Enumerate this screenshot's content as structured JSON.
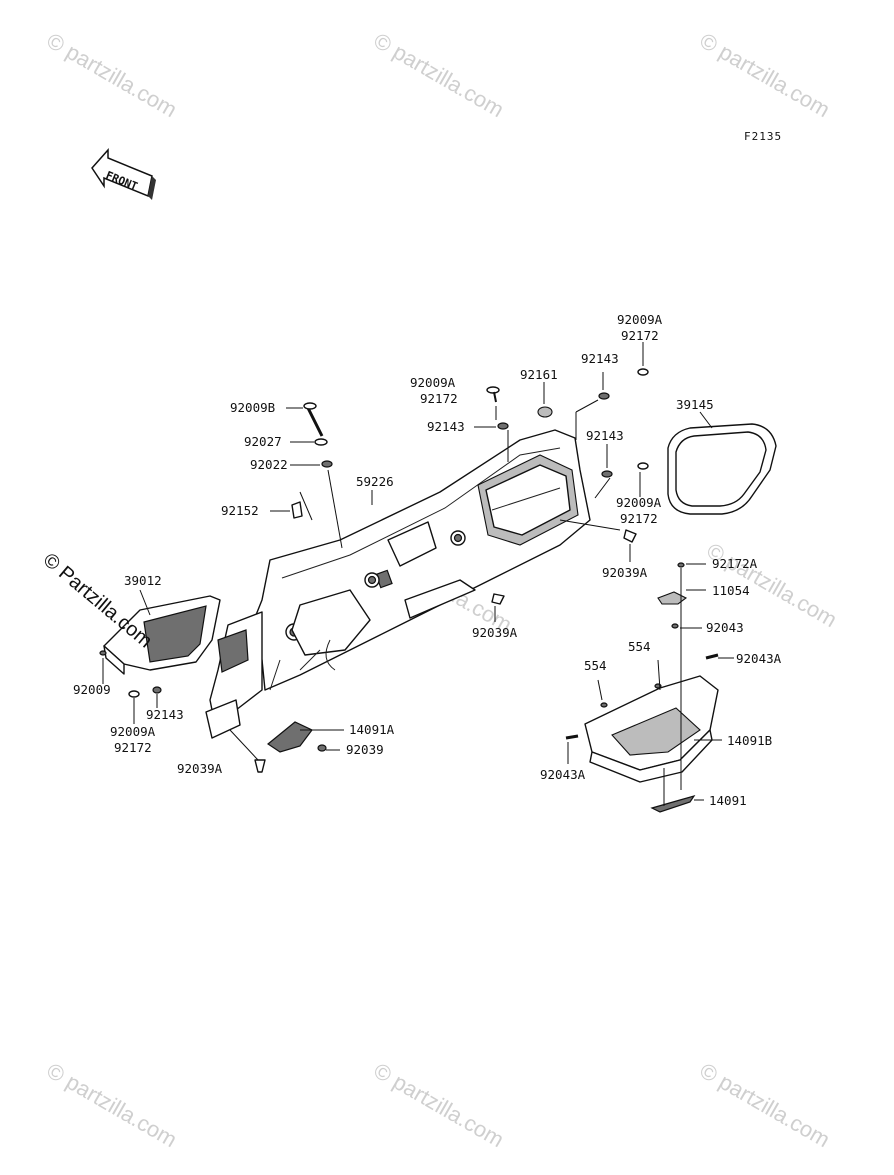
{
  "figure_code": "F2135",
  "front_arrow": "FRONT",
  "watermark": "© Partzilla.com",
  "watermark_faint": "© partzilla.com",
  "part_numbers": {
    "p92009A_top": "92009A",
    "p92172_top": "92172",
    "p92143_top": "92143",
    "p92161": "92161",
    "p92009A_mid": "92009A",
    "p92172_mid": "92172",
    "p39145": "39145",
    "p92009B": "92009B",
    "p92143_mid": "92143",
    "p92143_right": "92143",
    "p92027": "92027",
    "p92022": "92022",
    "p59226": "59226",
    "p92009A_right": "92009A",
    "p92172_right": "92172",
    "p92152": "92152",
    "p92039A_right": "92039A",
    "p92172A": "92172A",
    "p39012": "39012",
    "p11054": "11054",
    "p92039A_mid": "92039A",
    "p92043_a": "92043",
    "p554_a": "554",
    "p92043A_a": "92043A",
    "p554_b": "554",
    "p92009_left": "92009",
    "p92143_left": "92143",
    "p92009A_left": "92009A",
    "p92172_left": "92172",
    "p14091A": "14091A",
    "p92039": "92039",
    "p92039A_left": "92039A",
    "p14091B": "14091B",
    "p92043A_b": "92043A",
    "p14091": "14091"
  }
}
